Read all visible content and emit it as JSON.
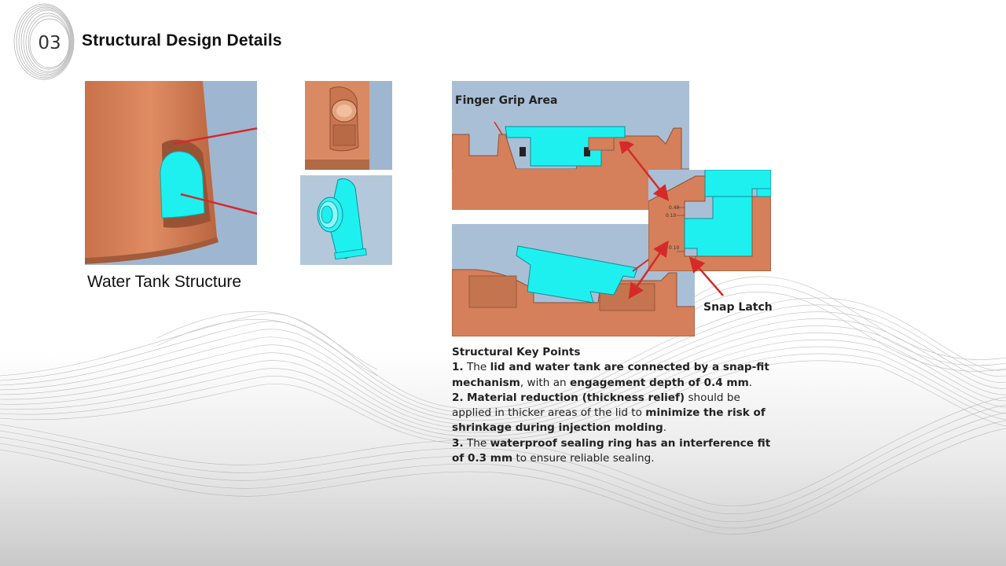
{
  "header": {
    "section_number": "03",
    "title": "Structural Design Details"
  },
  "left_panel": {
    "caption": "Water Tank Structure"
  },
  "right_panel": {
    "label_finger_grip": "Finger Grip Area",
    "label_snap_latch": "Snap Latch",
    "dim_a": "0.40",
    "dim_b": "0.10",
    "dim_c": "0.10"
  },
  "key_points": {
    "heading": "Structural Key Points",
    "p1": {
      "num": "1.",
      "t1": " The ",
      "b1": "lid and water tank are connected by a snap-fit mechanism",
      "t2": ", with an ",
      "b2": "engagement depth of 0.4 mm",
      "t3": "."
    },
    "p2": {
      "num": "2.",
      "t1": " ",
      "b1": "Material reduction (thickness relief)",
      "t2": " should be applied in thicker areas of the lid to ",
      "b2": "minimize the risk of shrinkage during injection molding",
      "t3": "."
    },
    "p3": {
      "num": "3.",
      "t1": " The ",
      "b1": "waterproof sealing ring has an interference fit of 0.3 mm",
      "t2": " to ensure reliable sealing."
    }
  },
  "colors": {
    "copper": "#d5805a",
    "copper_dark": "#a8573a",
    "cyan": "#1ef0f0",
    "sky": "#a9bfd6",
    "arrow_red": "#d42a2a"
  }
}
